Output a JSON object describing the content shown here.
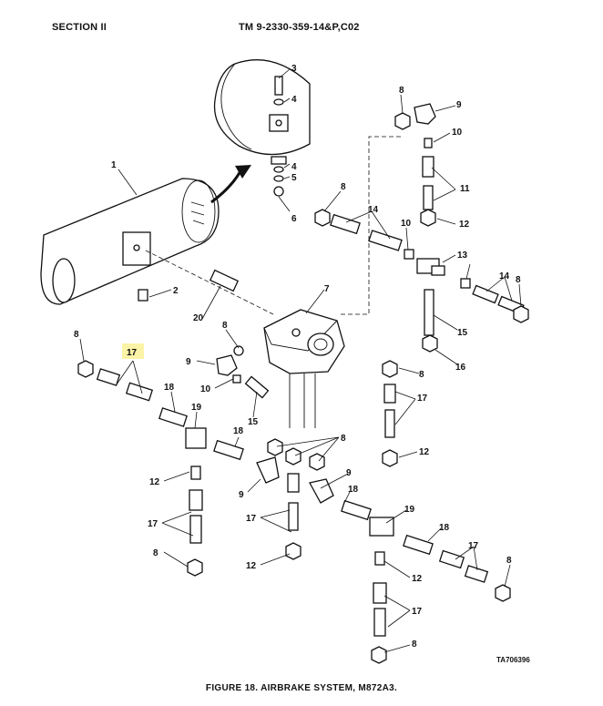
{
  "header": {
    "section": "SECTION II",
    "tm_number": "TM  9-2330-359-14&P,C02"
  },
  "drawing_code": "TA706396",
  "figure_caption": "FIGURE 18. AIRBRAKE SYSTEM, M872A3.",
  "highlight_color": "#fbf3a6",
  "callouts": [
    {
      "id": "c1",
      "text": "1"
    },
    {
      "id": "c2",
      "text": "2"
    },
    {
      "id": "c3",
      "text": "3"
    },
    {
      "id": "c4a",
      "text": "4"
    },
    {
      "id": "c4b",
      "text": "4"
    },
    {
      "id": "c5",
      "text": "5"
    },
    {
      "id": "c6",
      "text": "6"
    },
    {
      "id": "c7",
      "text": "7"
    },
    {
      "id": "c8a",
      "text": "8"
    },
    {
      "id": "c8b",
      "text": "8"
    },
    {
      "id": "c8c",
      "text": "8"
    },
    {
      "id": "c8d",
      "text": "8"
    },
    {
      "id": "c8e",
      "text": "8"
    },
    {
      "id": "c8f",
      "text": "8"
    },
    {
      "id": "c8g",
      "text": "8"
    },
    {
      "id": "c8h",
      "text": "8"
    },
    {
      "id": "c8i",
      "text": "8"
    },
    {
      "id": "c8j",
      "text": "8"
    },
    {
      "id": "c9a",
      "text": "9"
    },
    {
      "id": "c9b",
      "text": "9"
    },
    {
      "id": "c9c",
      "text": "9"
    },
    {
      "id": "c9d",
      "text": "9"
    },
    {
      "id": "c10a",
      "text": "10"
    },
    {
      "id": "c10b",
      "text": "10"
    },
    {
      "id": "c10c",
      "text": "10"
    },
    {
      "id": "c11",
      "text": "11"
    },
    {
      "id": "c12a",
      "text": "12"
    },
    {
      "id": "c12b",
      "text": "12"
    },
    {
      "id": "c12c",
      "text": "12"
    },
    {
      "id": "c12d",
      "text": "12"
    },
    {
      "id": "c12e",
      "text": "12"
    },
    {
      "id": "c13",
      "text": "13"
    },
    {
      "id": "c14a",
      "text": "14"
    },
    {
      "id": "c14b",
      "text": "14"
    },
    {
      "id": "c15a",
      "text": "15"
    },
    {
      "id": "c15b",
      "text": "15"
    },
    {
      "id": "c16",
      "text": "16"
    },
    {
      "id": "c17a",
      "text": "17"
    },
    {
      "id": "c17b",
      "text": "17"
    },
    {
      "id": "c17c",
      "text": "17"
    },
    {
      "id": "c17d",
      "text": "17"
    },
    {
      "id": "c17e",
      "text": "17"
    },
    {
      "id": "c17f",
      "text": "17"
    },
    {
      "id": "c18a",
      "text": "18"
    },
    {
      "id": "c18b",
      "text": "18"
    },
    {
      "id": "c18c",
      "text": "18"
    },
    {
      "id": "c18d",
      "text": "18"
    },
    {
      "id": "c19a",
      "text": "19"
    },
    {
      "id": "c19b",
      "text": "19"
    },
    {
      "id": "c20",
      "text": "20"
    }
  ]
}
